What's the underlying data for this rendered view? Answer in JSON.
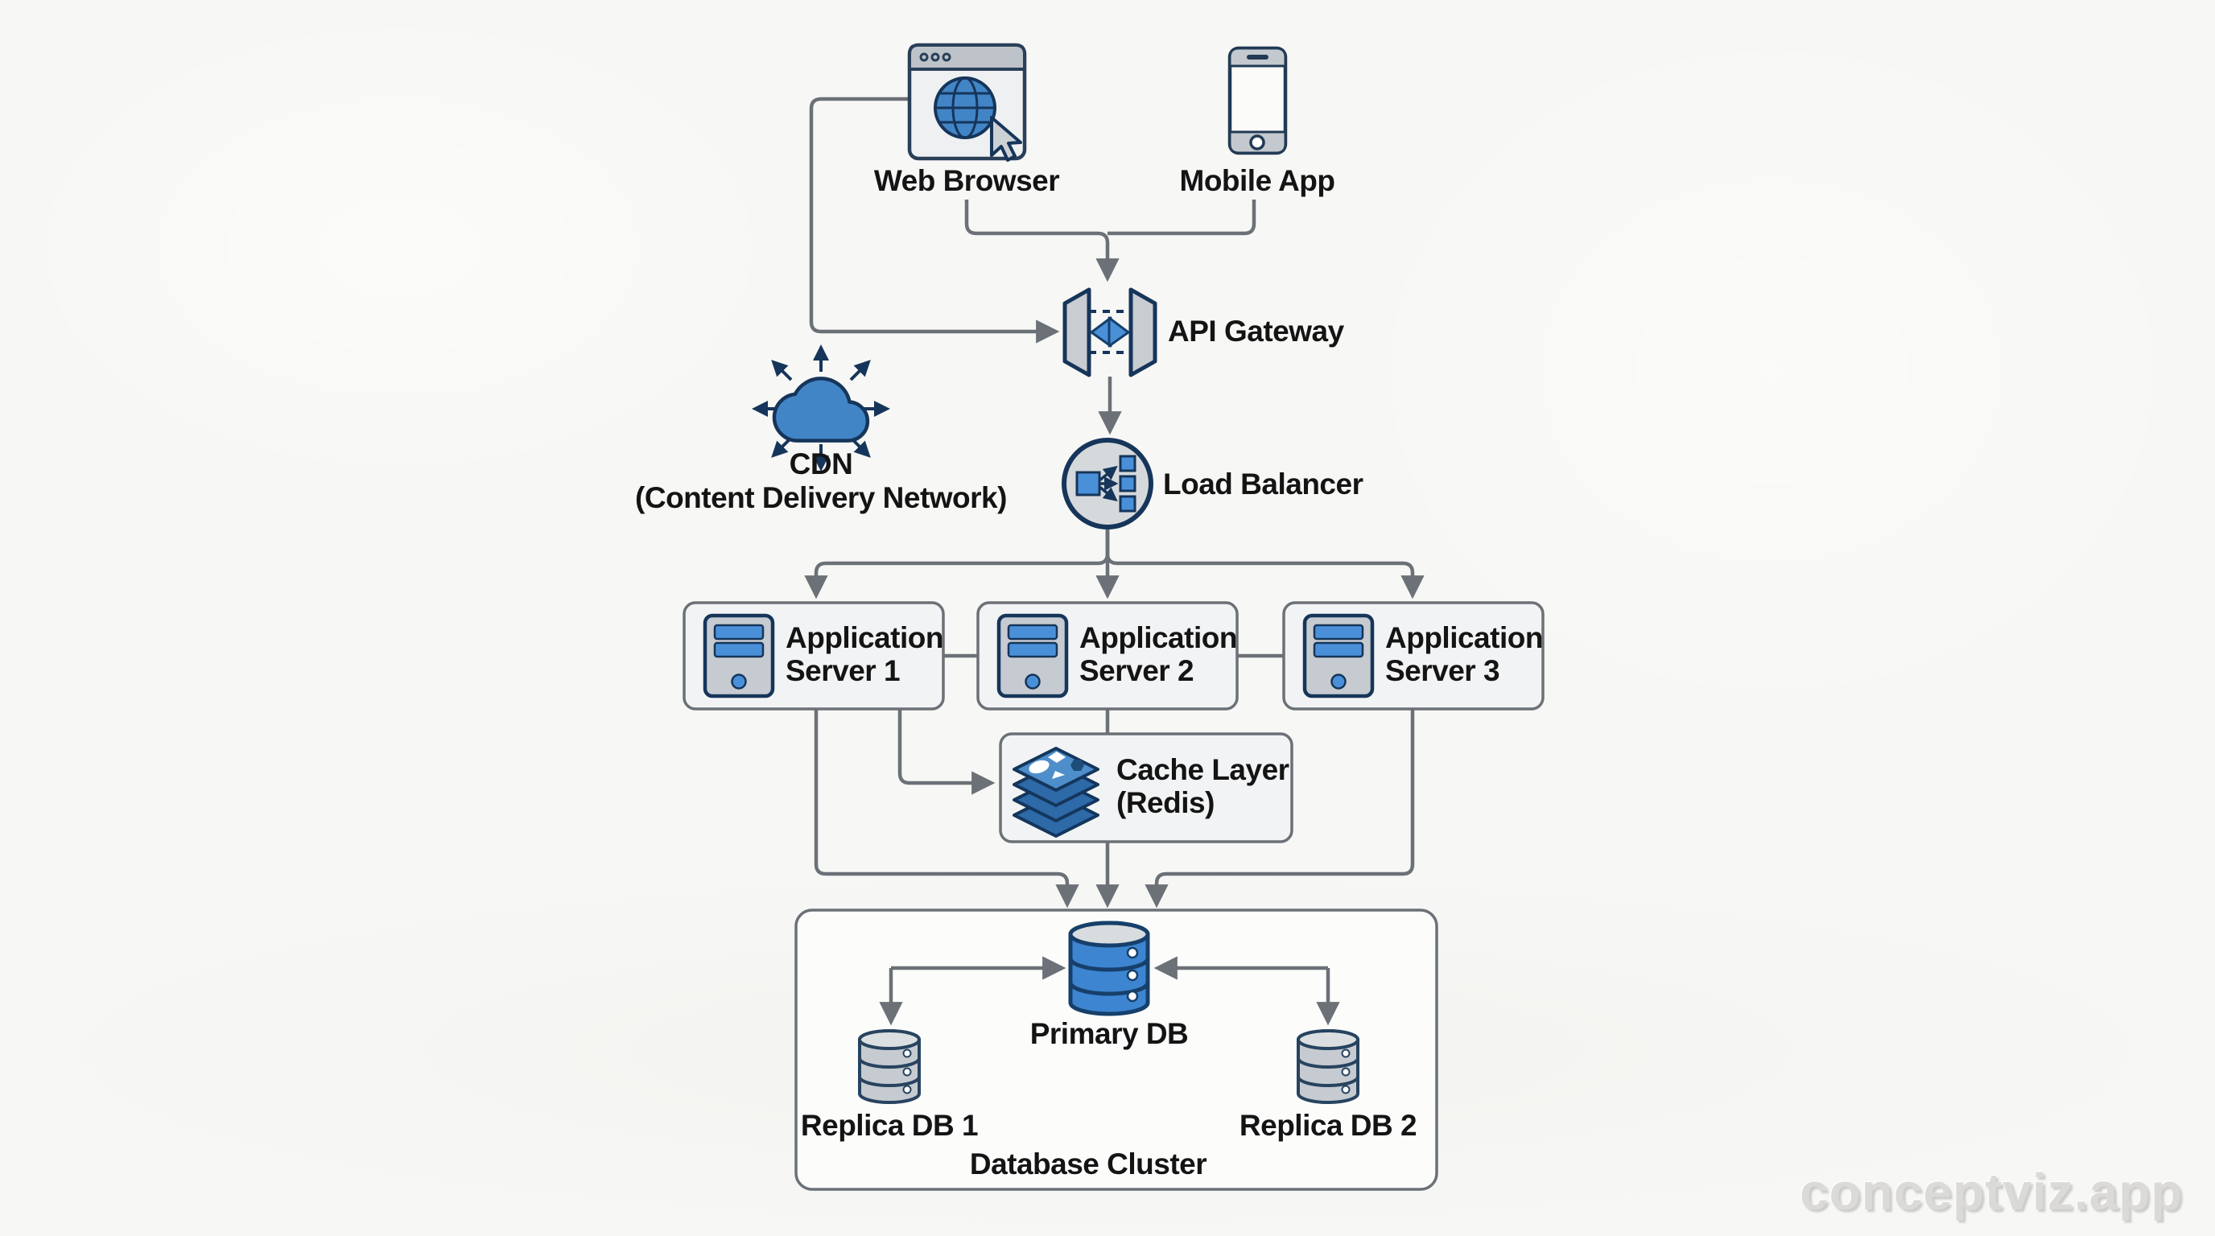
{
  "watermark": "conceptviz.app",
  "colors": {
    "background": "#f7f7f5",
    "connector_gray": "#6b7177",
    "icon_outline_navy": "#16355a",
    "accent_blue": "#4a90d9",
    "cloud_blue": "#4285c7",
    "node_box_fill": "#f2f3f4",
    "node_box_border": "#6b7177",
    "primary_db_blue": "#3d85d1",
    "replica_db_gray": "#c6cbd1",
    "label_text": "#141414",
    "watermark_gray": "#dbdad7"
  },
  "nodes": {
    "web_browser": {
      "label": "Web Browser"
    },
    "mobile_app": {
      "label": "Mobile App"
    },
    "api_gateway": {
      "label": "API Gateway"
    },
    "cdn": {
      "label": "CDN",
      "sublabel": "(Content Delivery Network)"
    },
    "load_balancer": {
      "label": "Load Balancer"
    },
    "app_server_1": {
      "label": "Application",
      "sublabel": "Server 1"
    },
    "app_server_2": {
      "label": "Application",
      "sublabel": "Server 2"
    },
    "app_server_3": {
      "label": "Application",
      "sublabel": "Server 3"
    },
    "cache_layer": {
      "label": "Cache Layer",
      "sublabel": "(Redis)"
    },
    "primary_db": {
      "label": "Primary DB"
    },
    "replica_db_1": {
      "label": "Replica DB 1"
    },
    "replica_db_2": {
      "label": "Replica DB 2"
    },
    "database_cluster": {
      "label": "Database Cluster"
    }
  },
  "edges": [
    {
      "from": "web_browser",
      "to": "api_gateway"
    },
    {
      "from": "mobile_app",
      "to": "api_gateway"
    },
    {
      "from": "api_gateway",
      "to": "load_balancer"
    },
    {
      "from": "load_balancer",
      "to": "app_server_1"
    },
    {
      "from": "load_balancer",
      "to": "app_server_2"
    },
    {
      "from": "load_balancer",
      "to": "app_server_3"
    },
    {
      "from": "app_server_1",
      "to": "app_server_2",
      "style": "plain"
    },
    {
      "from": "app_server_2",
      "to": "app_server_3",
      "style": "plain"
    },
    {
      "from": "app_server_1",
      "to": "cache_layer"
    },
    {
      "from": "app_server_2",
      "to": "cache_layer",
      "style": "plain"
    },
    {
      "from": "app_server_1",
      "to": "database_cluster"
    },
    {
      "from": "app_server_3",
      "to": "database_cluster"
    },
    {
      "from": "cache_layer",
      "to": "database_cluster"
    },
    {
      "from": "replica_db_1",
      "to": "primary_db",
      "bidirectional": true
    },
    {
      "from": "replica_db_2",
      "to": "primary_db",
      "bidirectional": true
    }
  ]
}
